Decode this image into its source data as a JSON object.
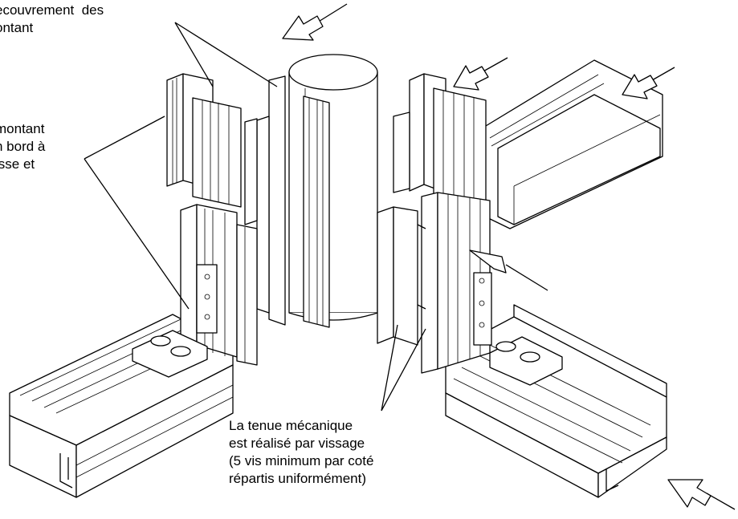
{
  "annotations": {
    "top_left": [
      "ecouvrement  des",
      "ontant"
    ],
    "mid_left": [
      "montant",
      "n bord à",
      "isse et"
    ],
    "bottom": [
      "La tenue mécanique",
      "est réalisé par vissage",
      "(5 vis minimum par coté",
      "répartis uniformément)"
    ]
  },
  "colors": {
    "line": "#000000",
    "background": "#ffffff",
    "shade": "#d8d8d8"
  }
}
